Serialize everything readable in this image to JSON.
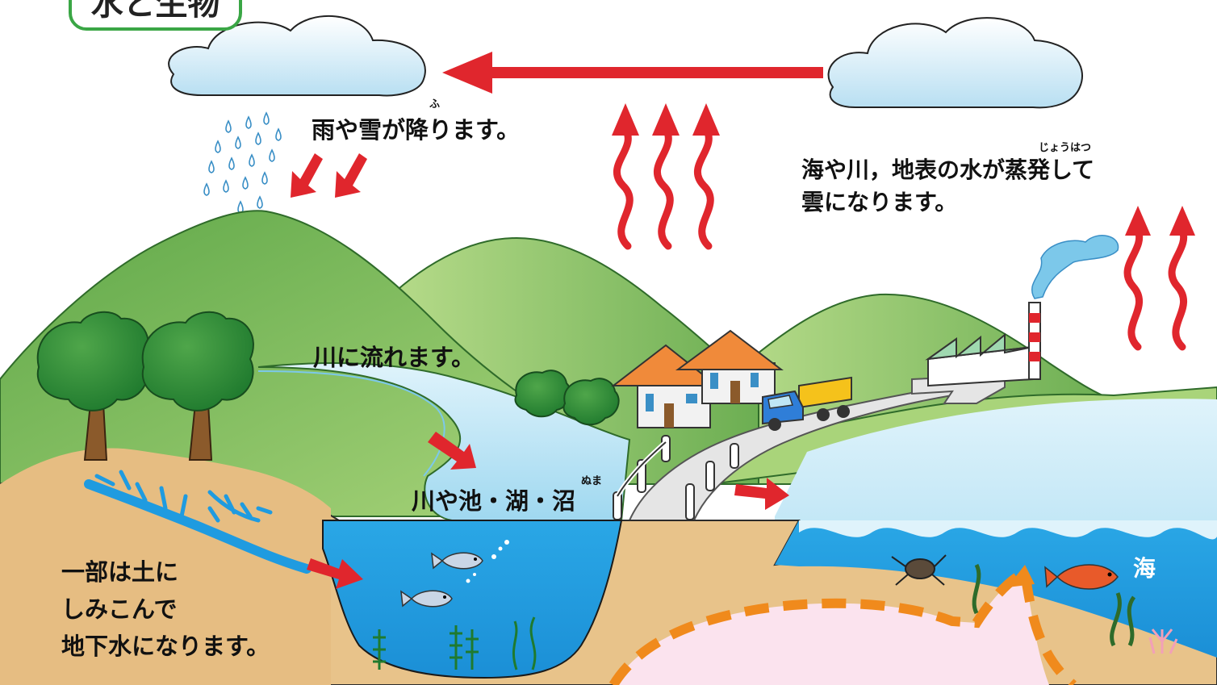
{
  "title": "水と生物",
  "labels": {
    "rain": "雨や雪が降ります。",
    "rain_ruby": "ふ",
    "evaporation_line1": "海や川，地表の水が蒸発して",
    "evaporation_line2": "雲になります。",
    "evaporation_ruby": "じょうはつ",
    "river": "川に流れます。",
    "lakes": "川や池・湖・沼",
    "lakes_ruby": "ぬま",
    "groundwater_line1": "一部は土に",
    "groundwater_line2": "しみこんで",
    "groundwater_line3": "地下水になります。",
    "sea": "海"
  },
  "colors": {
    "arrow_red": "#e0262d",
    "sky_blue": "#bfe6f5",
    "sea_blue": "#1f9be0",
    "hill_green": "#7cb95c",
    "soil": "#e8c38a",
    "magma_pink": "#fbe3ee",
    "dash_orange": "#f08a1c",
    "title_border": "#3aa645"
  },
  "icons": [
    "cloud-icon",
    "raindrop-icon",
    "tree-icon",
    "house-icon",
    "truck-icon",
    "factory-icon",
    "fish-icon",
    "crab-icon",
    "seaweed-icon",
    "coral-icon"
  ]
}
